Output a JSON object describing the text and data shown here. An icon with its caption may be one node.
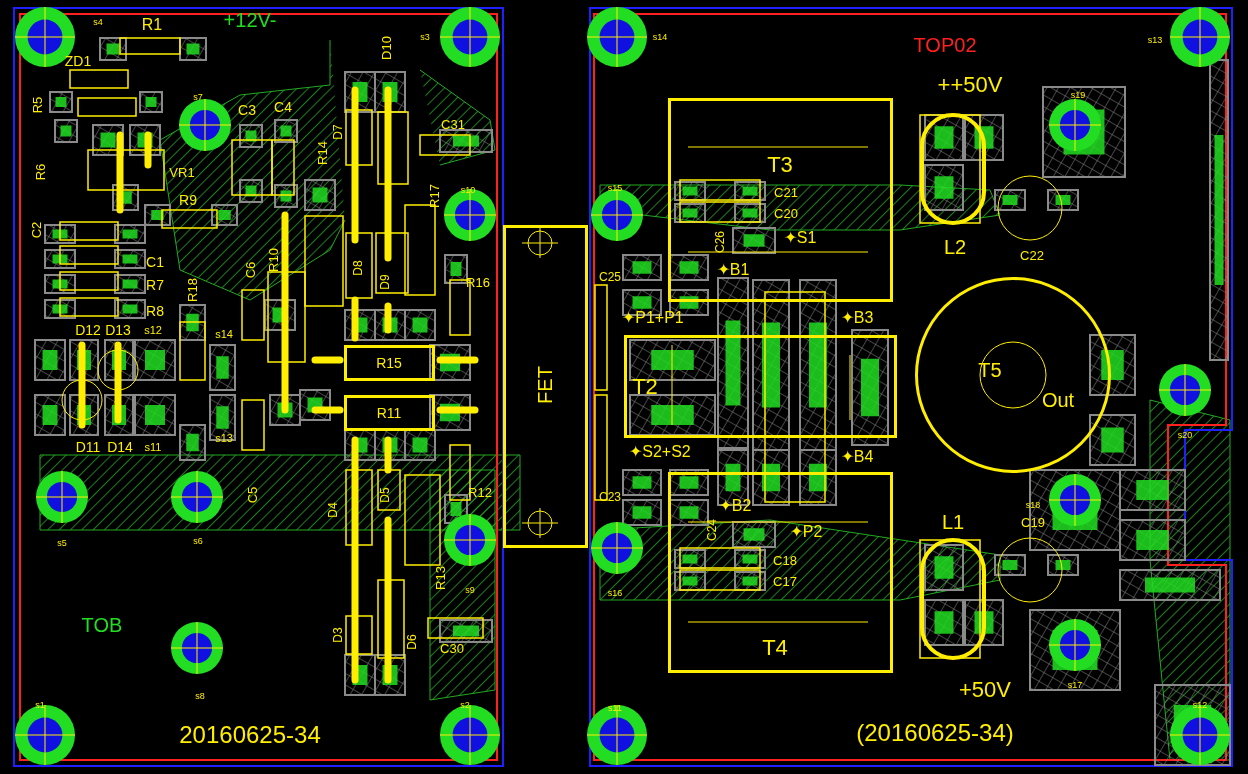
{
  "diagram": {
    "nodes": [
      {
        "text": [
          "R15"
        ]
      },
      {
        "text": [
          "R11"
        ]
      },
      {
        "text": [
          "FET"
        ]
      },
      {
        "text": [
          "T3"
        ]
      },
      {
        "text": [
          "T2"
        ]
      },
      {
        "text": [
          "T4"
        ]
      },
      {
        "text": [
          "T5",
          "Out"
        ]
      }
    ],
    "labels": [
      "s4",
      "R1",
      "+12V-",
      "s3",
      "ZD1",
      "D10",
      "s7",
      "R5",
      "C3",
      "C4",
      "D7",
      "C31",
      "R14",
      "VR1",
      "R6",
      "R17",
      "s10",
      "R9",
      "C2",
      "C1",
      "R10",
      "D8",
      "D9",
      "C6",
      "R7",
      "R18",
      "R16",
      "R8",
      "D12",
      "D13",
      "s12",
      "s14",
      "D11",
      "D14",
      "s11",
      "s13",
      "C5",
      "D5",
      "R12",
      "D4",
      "s5",
      "s6",
      "R13",
      "s9",
      "TOB",
      "D3",
      "D6",
      "C30",
      "s8",
      "s1",
      "s2",
      "20160625-34",
      "s14",
      "TOP02",
      "s13",
      "++50V",
      "s19",
      "C21",
      "s15",
      "C20",
      "✦S1",
      "C26",
      "L2",
      "C22",
      "✦B1",
      "C25",
      "✦P1+P1",
      "✦B3",
      "✦S2+S2",
      "✦B4",
      "C23",
      "✦B2",
      "C24",
      "✦P2",
      "s18",
      "L1",
      "C19",
      "C18",
      "C17",
      "s16",
      "s17",
      "+50V",
      "s20",
      "s11",
      "s12",
      "(20160625-34)"
    ]
  }
}
